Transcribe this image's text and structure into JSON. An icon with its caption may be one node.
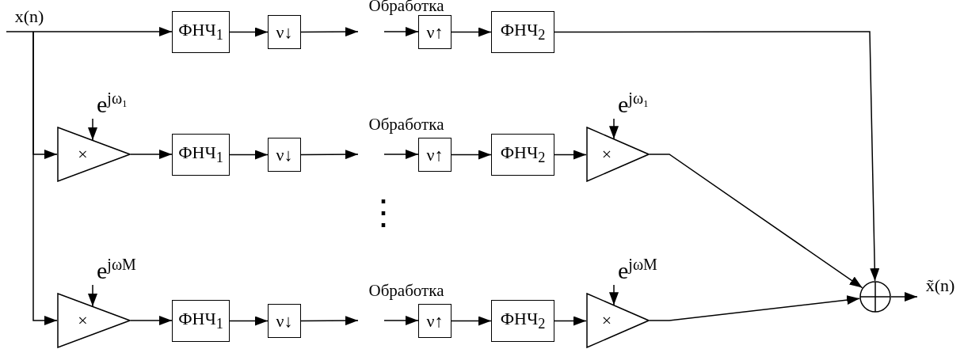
{
  "diagram": {
    "nodes": [
      {
        "text": [
          "x(n)"
        ]
      },
      {
        "text": [
          "ФНЧ$_{1}$"
        ]
      },
      {
        "text": [
          "ν↓"
        ]
      },
      {
        "text": [
          "Обработка"
        ]
      },
      {
        "text": [
          "ν↑"
        ]
      },
      {
        "text": [
          "ФНЧ$_{2}$"
        ]
      },
      {
        "text": [
          "e$^{jω₁}$"
        ]
      },
      {
        "text": [
          "×"
        ]
      },
      {
        "text": [
          "ФНЧ$_{1}$"
        ]
      },
      {
        "text": [
          "ν↓"
        ]
      },
      {
        "text": [
          "Обработка"
        ]
      },
      {
        "text": [
          "ν↑"
        ]
      },
      {
        "text": [
          "ФНЧ$_{2}$"
        ]
      },
      {
        "text": [
          "e$^{jω₁}$"
        ]
      },
      {
        "text": [
          "×"
        ]
      },
      {
        "text": [
          "e$^{jωM}$"
        ]
      },
      {
        "text": [
          "×"
        ]
      },
      {
        "text": [
          "ФНЧ$_{1}$"
        ]
      },
      {
        "text": [
          "ν↓"
        ]
      },
      {
        "text": [
          "Обработка"
        ]
      },
      {
        "text": [
          "ν↑"
        ]
      },
      {
        "text": [
          "ФНЧ$_{2}$"
        ]
      },
      {
        "text": [
          "e$^{jωM}$"
        ]
      },
      {
        "text": [
          "×"
        ]
      },
      {
        "text": [],
        "shape": "circle"
      },
      {
        "text": [
          "x̃(n)"
        ]
      }
    ],
    "edges": [
      {
        "from": 0,
        "to": 1,
        "arrow": "to"
      },
      {
        "from": 0,
        "to": 7,
        "arrow": "to"
      },
      {
        "from": 0,
        "to": 16,
        "arrow": "to"
      },
      {
        "from": 1,
        "to": 2,
        "arrow": "to"
      },
      {
        "from": 2,
        "to": 3,
        "arrow": "to"
      },
      {
        "from": 3,
        "to": 4,
        "arrow": "to"
      },
      {
        "from": 4,
        "to": 5,
        "arrow": "to"
      },
      {
        "from": 5,
        "to": 24,
        "arrow": "to"
      },
      {
        "from": 6,
        "to": 7,
        "arrow": "to"
      },
      {
        "from": 7,
        "to": 8,
        "arrow": "to"
      },
      {
        "from": 8,
        "to": 9,
        "arrow": "to"
      },
      {
        "from": 9,
        "to": 10,
        "arrow": "to"
      },
      {
        "from": 10,
        "to": 11,
        "arrow": "to"
      },
      {
        "from": 11,
        "to": 12,
        "arrow": "to"
      },
      {
        "from": 12,
        "to": 14,
        "arrow": "to"
      },
      {
        "from": 13,
        "to": 14,
        "arrow": "to"
      },
      {
        "from": 14,
        "to": 24,
        "arrow": "to"
      },
      {
        "from": 15,
        "to": 16,
        "arrow": "to"
      },
      {
        "from": 16,
        "to": 17,
        "arrow": "to"
      },
      {
        "from": 17,
        "to": 18,
        "arrow": "to"
      },
      {
        "from": 18,
        "to": 19,
        "arrow": "to"
      },
      {
        "from": 19,
        "to": 20,
        "arrow": "to"
      },
      {
        "from": 20,
        "to": 21,
        "arrow": "to"
      },
      {
        "from": 21,
        "to": 23,
        "arrow": "to"
      },
      {
        "from": 22,
        "to": 23,
        "arrow": "to"
      },
      {
        "from": 23,
        "to": 24,
        "arrow": "to"
      },
      {
        "from": 24,
        "to": 25,
        "arrow": "to"
      }
    ],
    "labels": [
      "⋮"
    ]
  }
}
